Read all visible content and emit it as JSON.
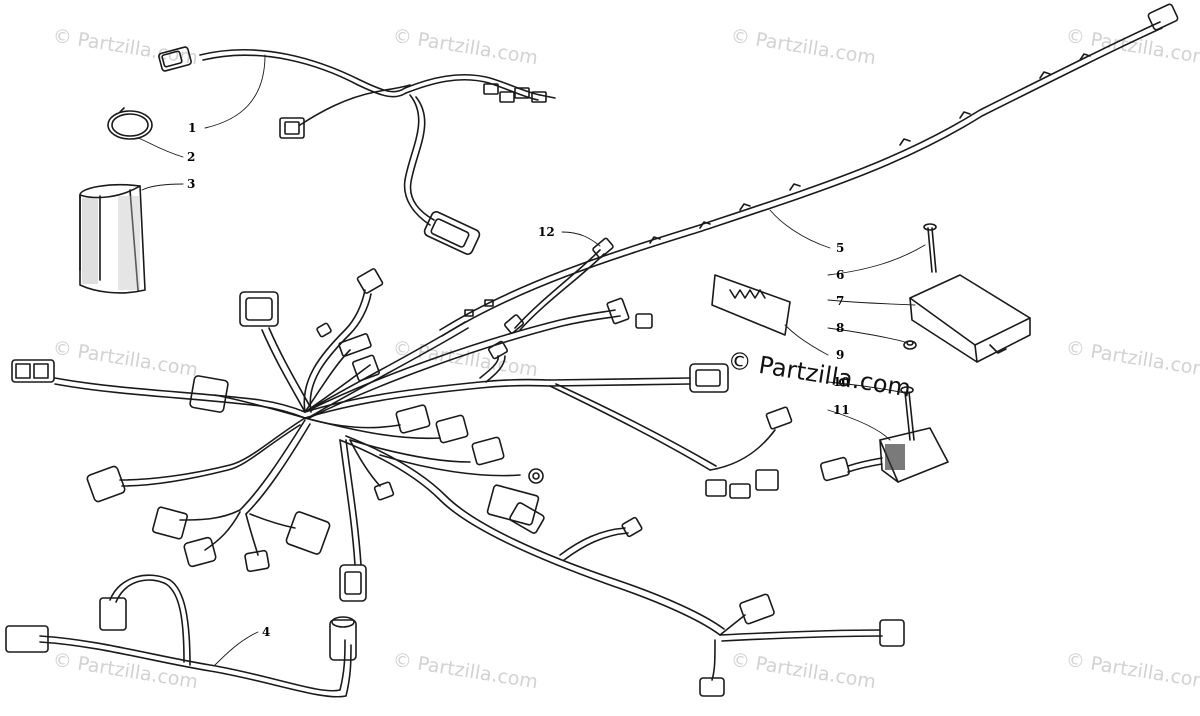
{
  "watermark": {
    "text": "© Partzilla.com",
    "main_text": "© Partzilla.com"
  },
  "callouts": [
    {
      "id": "1",
      "label": "1"
    },
    {
      "id": "2",
      "label": "2"
    },
    {
      "id": "3",
      "label": "3"
    },
    {
      "id": "4",
      "label": "4"
    },
    {
      "id": "5",
      "label": "5"
    },
    {
      "id": "6",
      "label": "6"
    },
    {
      "id": "7",
      "label": "7"
    },
    {
      "id": "8",
      "label": "8"
    },
    {
      "id": "9",
      "label": "9"
    },
    {
      "id": "10",
      "label": "10"
    },
    {
      "id": "11",
      "label": "11"
    },
    {
      "id": "12",
      "label": "12"
    }
  ],
  "colors": {
    "line": "#1a1a1a",
    "watermark": "#d2d2d2",
    "background": "#ffffff"
  }
}
